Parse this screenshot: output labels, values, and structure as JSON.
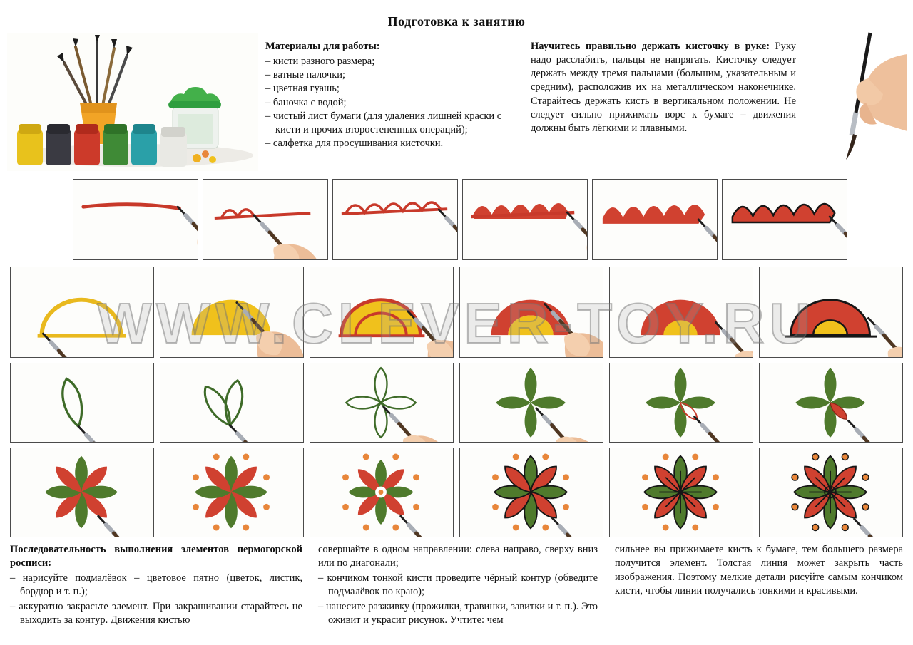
{
  "page": {
    "title": "Подготовка к занятию",
    "watermark": "WWW.CLEVER-TOY.RU"
  },
  "colors": {
    "paint_red": "#d04130",
    "paint_yellow": "#f0c11c",
    "paint_green": "#4f7a2c",
    "paint_orange": "#e8863a",
    "outline_black": "#161616"
  },
  "materials": {
    "heading": "Материалы для работы:",
    "items": [
      "– кисти разного размера;",
      "– ватные палочки;",
      "– цветная гуашь;",
      "– баночка с водой;",
      "– чистый лист бумаги (для удаления лишней краски с кисти и прочих второстепенных операций);",
      "– салфетка для просушивания кисточки."
    ]
  },
  "holding_brush": {
    "heading": "Научитесь правильно держать кисточку в руке:",
    "body": "Руку надо расслабить, пальцы не напрягать. Кисточку следует держать между тремя пальцами (большим, указательным и средним), расположив их на металлическом наконечнике. Старайтесь держать кисть в вертикальном положении. Не следует сильно прижимать ворс к бумаге – движения должны быть лёгкими и плавными."
  },
  "sequence": {
    "heading": "Последовательность выполнения элементов пермогорской росписи:",
    "col1_item1": "– нарисуйте подмалёвок – цветовое пятно (цветок, листик, бордюр и т. п.);",
    "col1_item2": "– аккуратно закрасьте элемент. При закрашивании старайтесь не выходить за контур. Движения кистью",
    "col2_lead": "совершайте в одном направлении: слева направо, сверху вниз или по диагонали;",
    "col2_item1": "– кончиком тонкой кисти проведите чёрный контур (обведите подмалёвок по краю);",
    "col2_item2": "– нанесите разживку (прожилки, травинки, завитки и т. п.). Это оживит и украсит рисунок. Учтите: чем",
    "col3_text": "сильнее вы прижимаете кисть к бумаге, тем большего размера получится элемент. Толстая линия может закрыть часть изображения. Поэтому мелкие детали рисуйте самым кончиком кисти, чтобы линии получались тонкими и красивыми."
  },
  "step_rows": [
    {
      "name": "scallop-border",
      "steps": 6
    },
    {
      "name": "arc-element",
      "steps": 6
    },
    {
      "name": "leaf-element",
      "steps": 6
    },
    {
      "name": "flower-element",
      "steps": 6
    }
  ]
}
